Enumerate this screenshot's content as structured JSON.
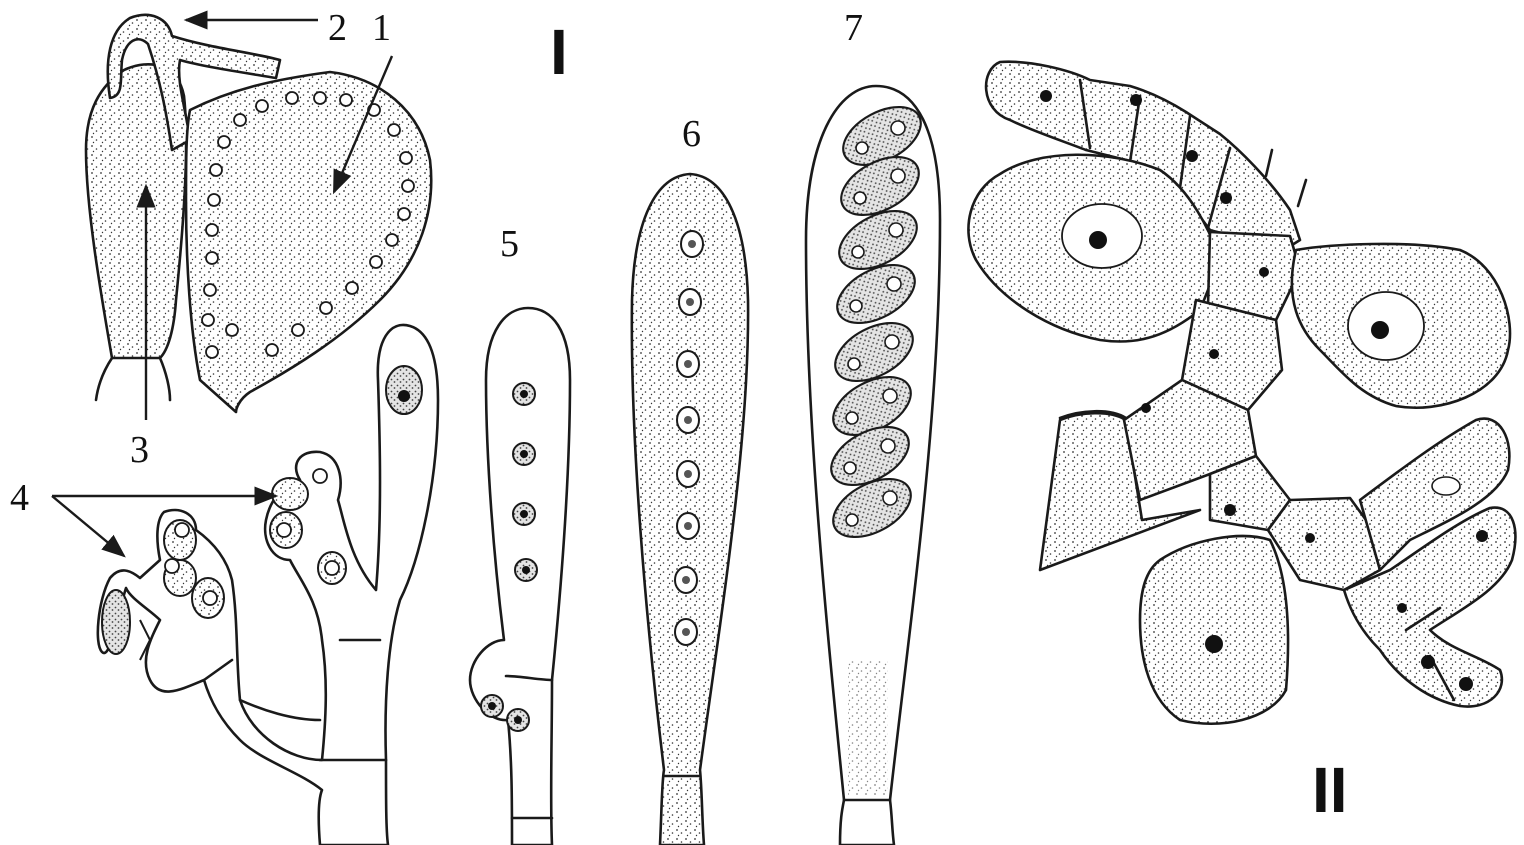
{
  "figure": {
    "labels": {
      "l1": "1",
      "l2": "2",
      "l3": "3",
      "l4": "4",
      "l5": "5",
      "l6": "6",
      "l7": "7",
      "part_I": "I",
      "part_II": "II"
    }
  }
}
